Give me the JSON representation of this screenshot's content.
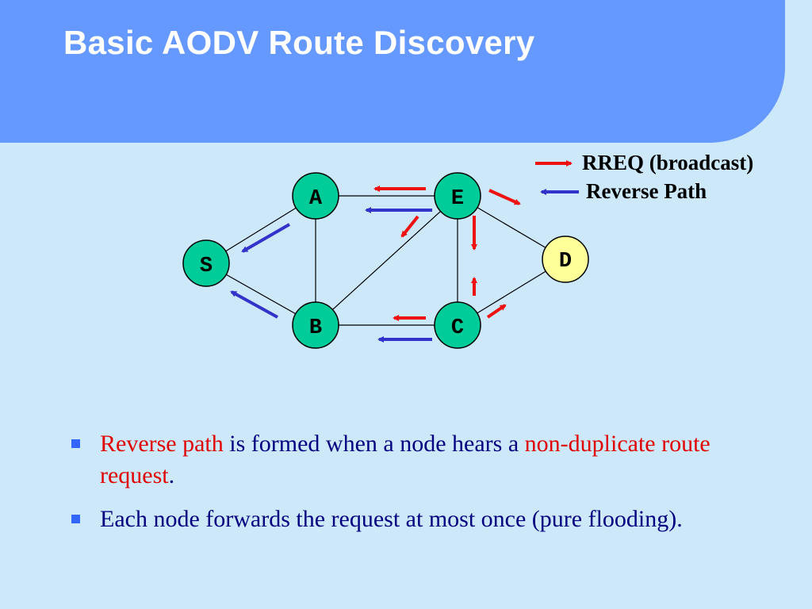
{
  "slide": {
    "title": "Basic AODV Route Discovery"
  },
  "colors": {
    "background": "#cce8f9",
    "header": "#6699ff",
    "node_fill": "#00cc99",
    "destination_fill": "#ffff99",
    "rreq_arrow": "#ee1111",
    "reverse_arrow": "#3333cc",
    "bullet_text": "#000080",
    "highlight_text": "#e00000"
  },
  "legend": {
    "rreq_label": "RREQ (broadcast)",
    "reverse_label": "Reverse Path"
  },
  "nodes": {
    "S": "S",
    "A": "A",
    "B": "B",
    "E": "E",
    "C": "C",
    "D": "D"
  },
  "edges": [
    [
      "S",
      "A"
    ],
    [
      "S",
      "B"
    ],
    [
      "A",
      "E"
    ],
    [
      "A",
      "B"
    ],
    [
      "B",
      "E"
    ],
    [
      "B",
      "C"
    ],
    [
      "E",
      "C"
    ],
    [
      "E",
      "D"
    ],
    [
      "C",
      "D"
    ]
  ],
  "bullets": [
    {
      "red_1": "Reverse path",
      "normal_1": " is formed when a node hears a ",
      "red_2": "non-duplicate route request",
      "normal_2": "."
    },
    {
      "text": "Each node forwards the request at most once (pure flooding)."
    }
  ]
}
